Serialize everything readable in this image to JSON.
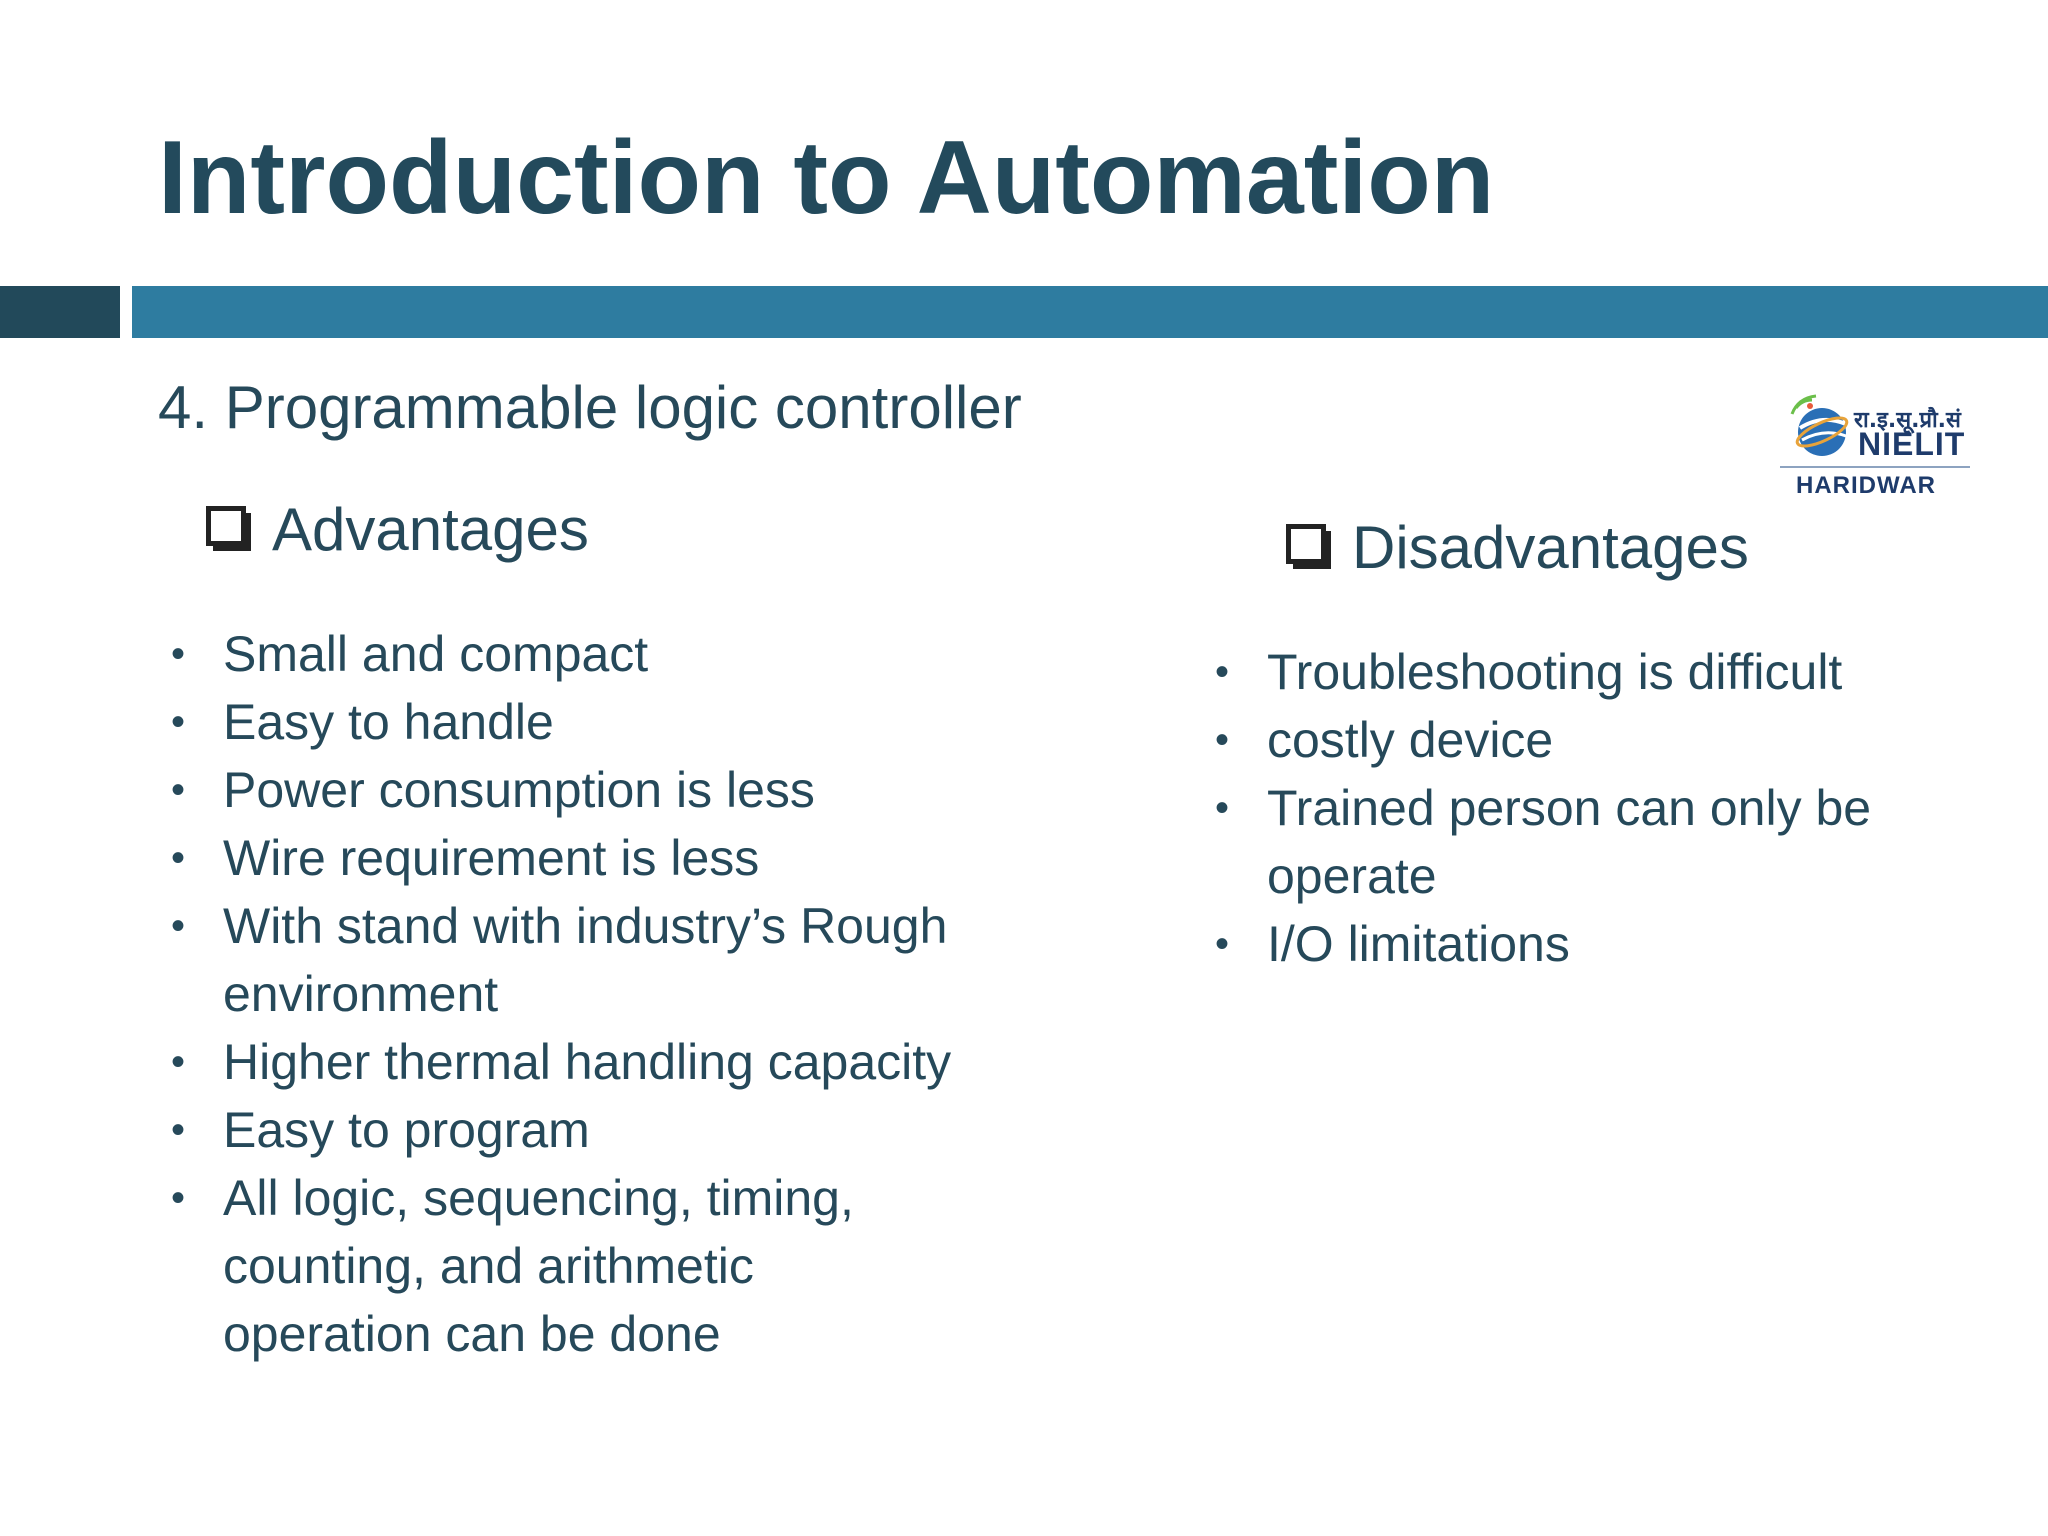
{
  "slide": {
    "title": "Introduction to Automation",
    "subtitle": "4. Programmable logic controller",
    "colors": {
      "title": "#234a5c",
      "bar_dark": "#22495a",
      "bar_main": "#2e7ca0",
      "text": "#26495a"
    }
  },
  "advantages": {
    "heading": "Advantages",
    "icon": "checkbox-icon",
    "items": [
      " Small and compact",
      " Easy to handle",
      " Power consumption is less",
      " Wire requirement is less",
      " With stand with industry’s Rough",
      "environment",
      " Higher thermal handling capacity",
      " Easy to program",
      " All logic, sequencing, timing,",
      "counting, and arithmetic",
      "operation can be done"
    ]
  },
  "disadvantages": {
    "heading": "Disadvantages",
    "icon": "checkbox-icon",
    "items": [
      "Troubleshooting is difficult",
      " costly device",
      " Trained person can only be",
      "operate",
      "I/O limitations"
    ]
  },
  "logo": {
    "hindi": "रा.इ.सू.प्रौ.सं",
    "name": "NIELIT",
    "city": "HARIDWAR"
  }
}
